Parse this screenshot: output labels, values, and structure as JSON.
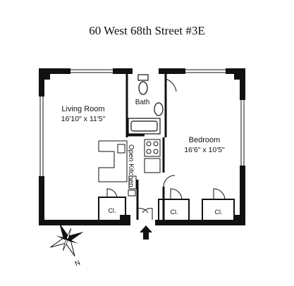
{
  "title": "60 West 68th Street #3E",
  "rooms": {
    "living_name": "Living Room",
    "living_dim": "16'10\" x 11'5\"",
    "bedroom_name": "Bedroom",
    "bedroom_dim": "16'6\" x 10'5\"",
    "bath": "Bath",
    "kitchen": "Open Kitchen",
    "closet_1": "Cl.",
    "closet_2": "Cl.",
    "closet_3": "Cl."
  },
  "compass": {
    "north_letter": "N"
  },
  "colors": {
    "wall": "#111111",
    "background": "#ffffff"
  },
  "icons": {
    "entrance": "entrance-arrow-icon",
    "compass": "compass-rose-icon"
  }
}
